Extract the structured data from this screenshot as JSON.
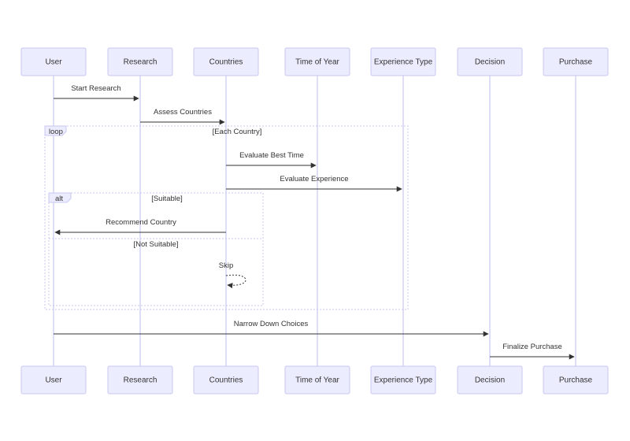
{
  "diagram": {
    "participants": [
      "User",
      "Research",
      "Countries",
      "Time of Year",
      "Experience Type",
      "Decision",
      "Purchase"
    ],
    "messages": [
      {
        "from": 0,
        "to": 1,
        "label": "Start Research"
      },
      {
        "from": 1,
        "to": 2,
        "label": "Assess Countries"
      },
      {
        "from": 2,
        "to": 3,
        "label": "Evaluate Best Time"
      },
      {
        "from": 2,
        "to": 4,
        "label": "Evaluate Experience"
      },
      {
        "from": 2,
        "to": 0,
        "label": "Recommend Country"
      },
      {
        "from": 2,
        "to": 2,
        "label": "Skip",
        "style": "dashed"
      },
      {
        "from": 0,
        "to": 5,
        "label": "Narrow Down Choices"
      },
      {
        "from": 5,
        "to": 6,
        "label": "Finalize Purchase"
      }
    ],
    "loop": {
      "keyword": "loop",
      "condition": "[Each Country]"
    },
    "alt": {
      "keyword": "alt",
      "condition": "[Suitable]",
      "else_condition": "[Not Suitable]"
    }
  }
}
